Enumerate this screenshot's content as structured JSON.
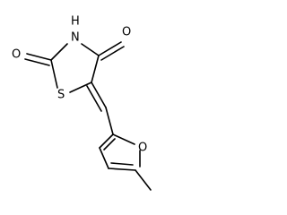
{
  "molecule": {
    "atoms": {
      "o_top": "O",
      "nh": "H",
      "n": "N",
      "o_left": "O",
      "s": "S",
      "o_furan": "O"
    }
  }
}
